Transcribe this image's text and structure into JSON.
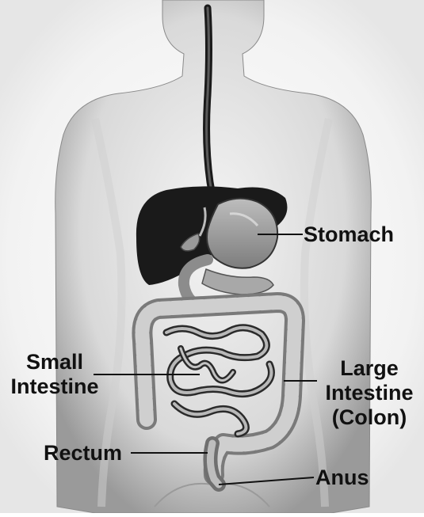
{
  "labels": {
    "stomach": "Stomach",
    "small_intestine": [
      "Small",
      "Intestine"
    ],
    "large_intestine": [
      "Large",
      "Intestine",
      "(Colon)"
    ],
    "rectum": "Rectum",
    "anus": "Anus"
  },
  "colors": {
    "background": "#ffffff",
    "label_text": "#111111",
    "leader_line": "#111111",
    "organ_dark": "#1a1a1a"
  }
}
